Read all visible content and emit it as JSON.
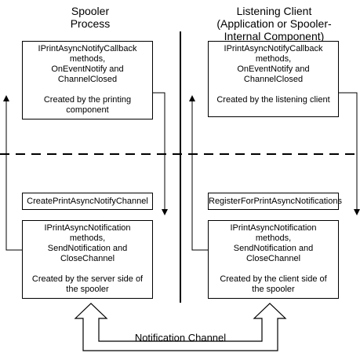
{
  "left_column": {
    "title_lines": [
      "Spooler",
      "Process"
    ],
    "callback_box": {
      "lines": [
        "IPrintAsyncNotifyCallback",
        "methods,",
        "OnEventNotify and",
        "ChannelClosed",
        "",
        "Created by the printing",
        "component"
      ]
    },
    "create_box": {
      "label": "CreatePrintAsyncNotifyChannel"
    },
    "notification_box": {
      "lines": [
        "IPrintAsyncNotification",
        "methods,",
        "SendNotification and",
        "CloseChannel",
        "",
        "Created by the server side of",
        "the spooler"
      ]
    }
  },
  "right_column": {
    "title_lines": [
      "Listening Client",
      "(Application or Spooler-",
      "Internal Component)"
    ],
    "callback_box": {
      "lines": [
        "IPrintAsyncNotifyCallback",
        "methods,",
        "OnEventNotify and",
        "ChannelClosed",
        "",
        "Created by the listening client"
      ]
    },
    "register_box": {
      "label": "RegisterForPrintAsyncNotifications"
    },
    "notification_box": {
      "lines": [
        "IPrintAsyncNotification",
        "methods,",
        "SendNotification and",
        "CloseChannel",
        "",
        "Created by the client side of",
        "the spooler"
      ]
    }
  },
  "channel": {
    "label": "Notification Channel"
  }
}
